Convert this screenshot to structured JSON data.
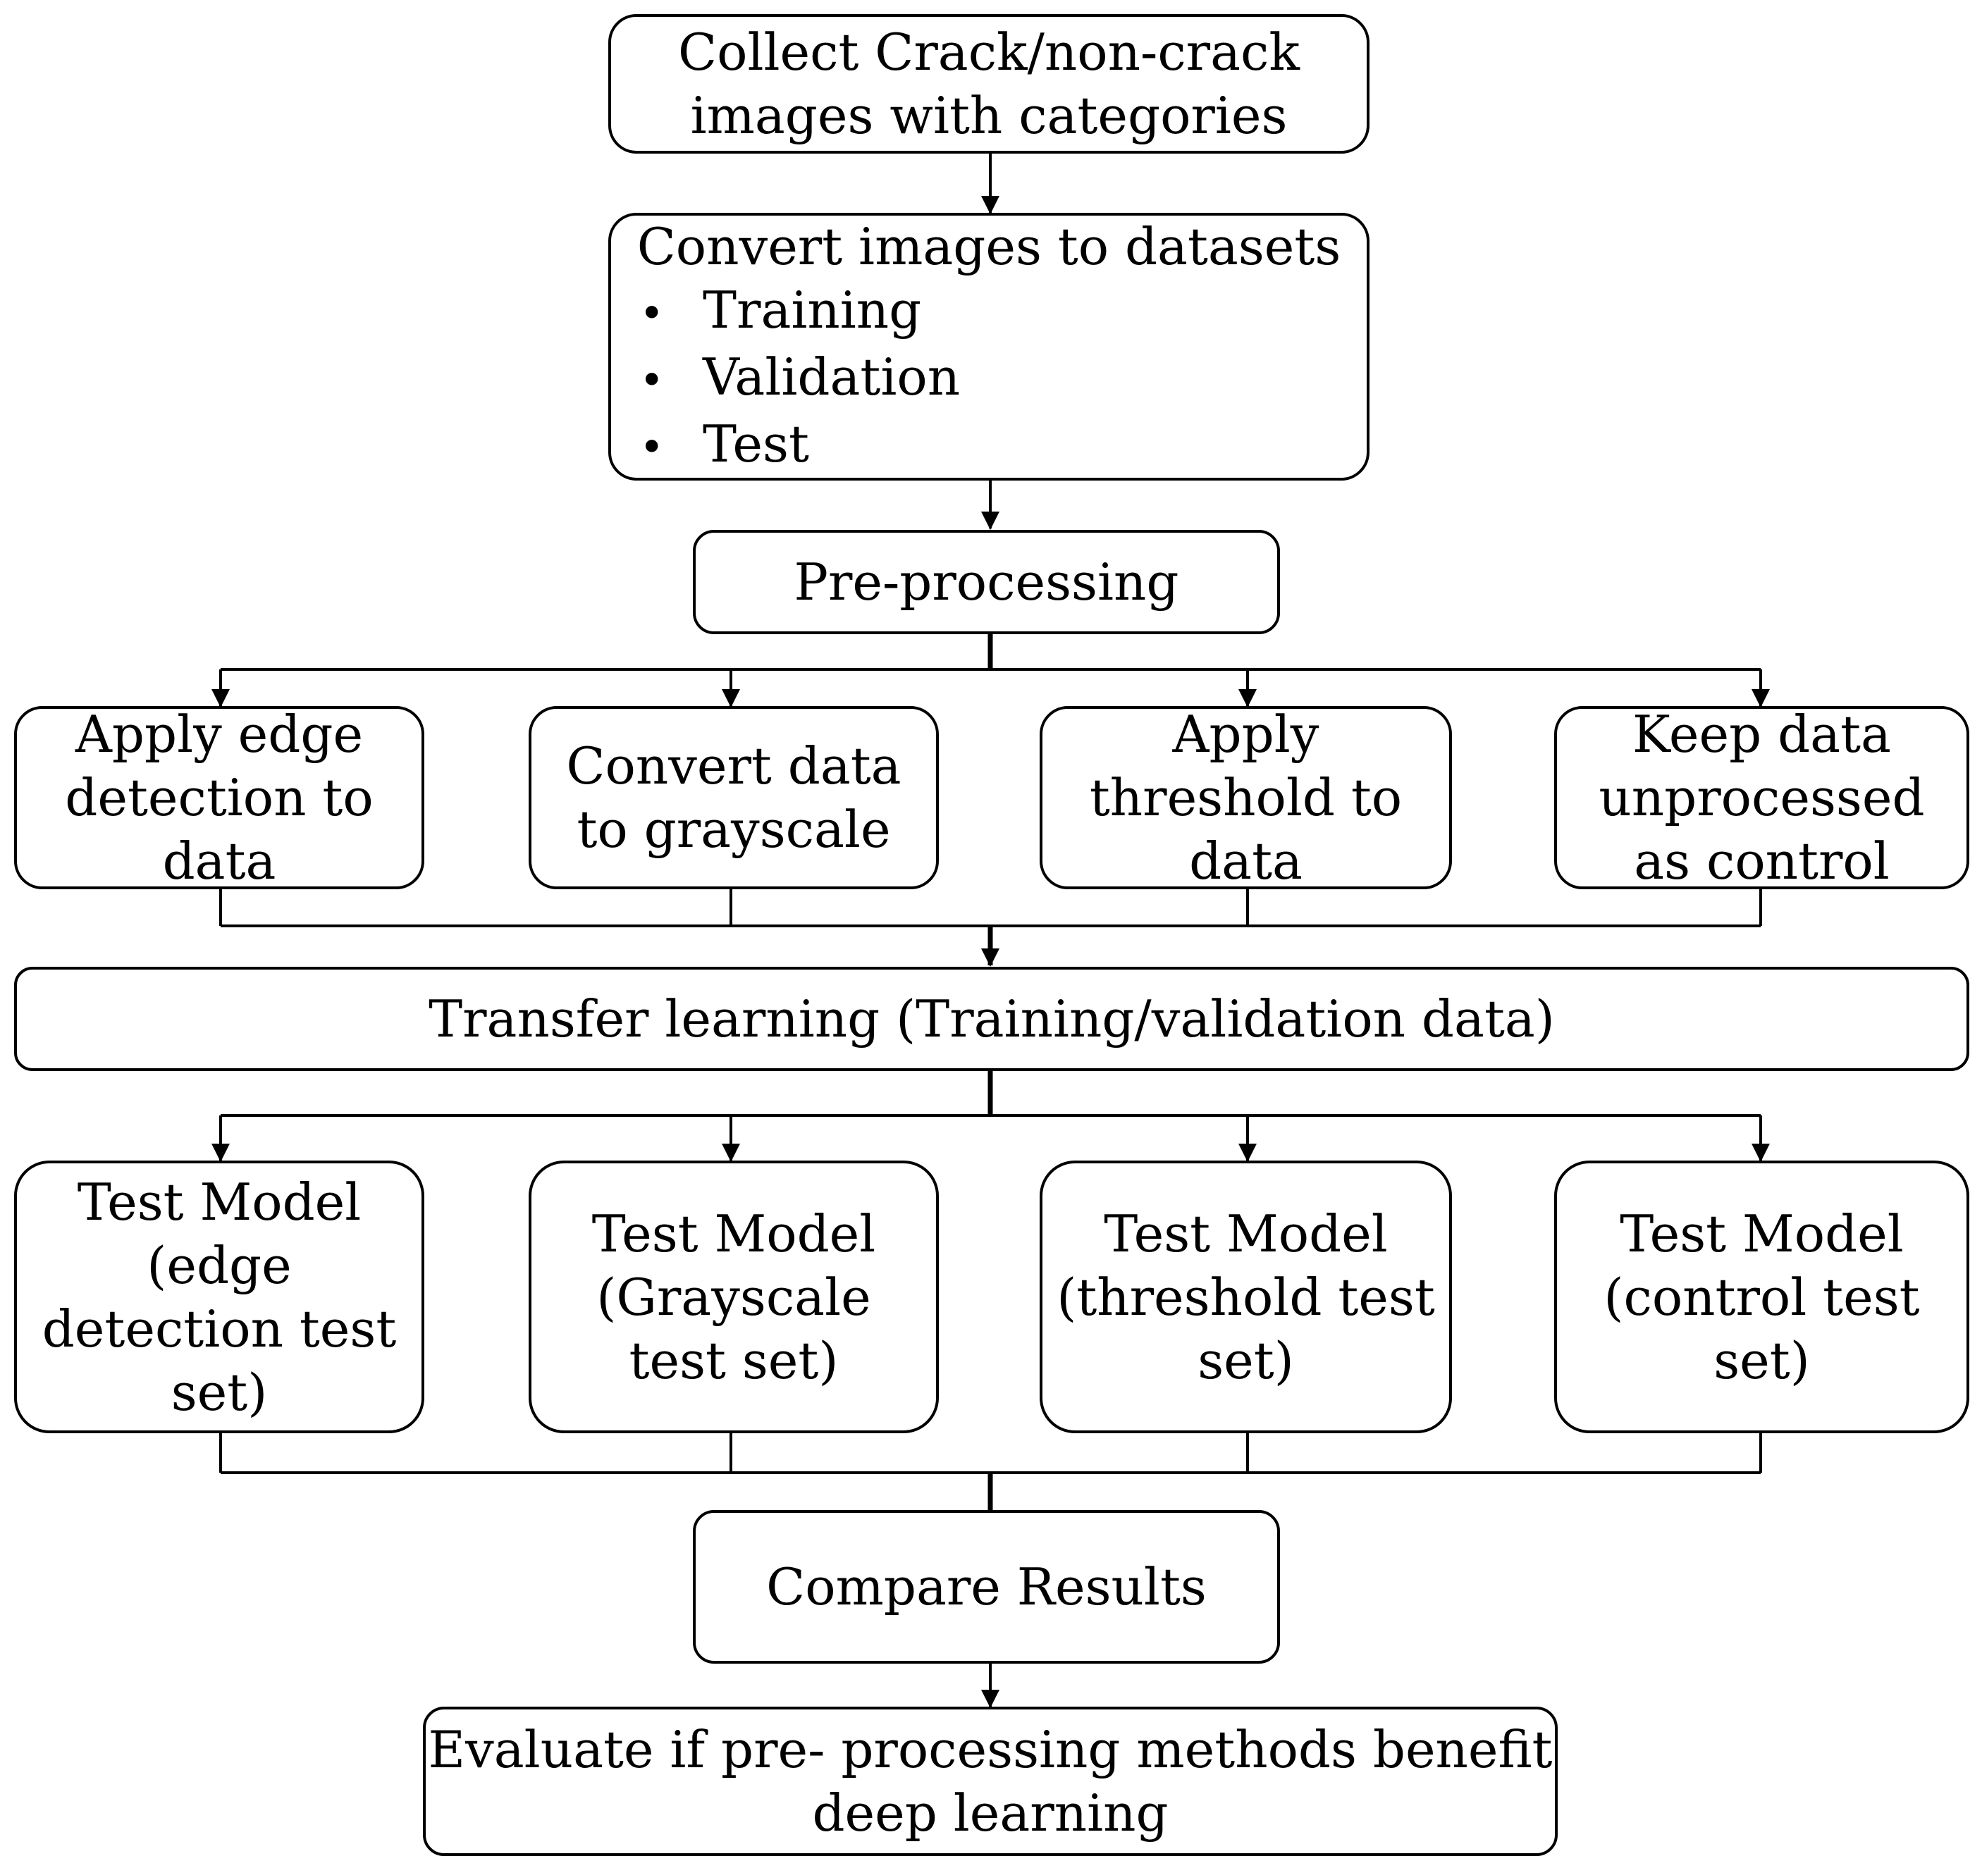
{
  "collect": [
    "Collect Crack/non-crack",
    "images with categories"
  ],
  "convert": {
    "title": "Convert images to datasets",
    "items": [
      "Training",
      "Validation",
      "Test"
    ]
  },
  "preprocessing": "Pre-processing",
  "methods": [
    [
      "Apply edge",
      "detection to",
      "data"
    ],
    [
      "Convert data",
      "to grayscale"
    ],
    [
      "Apply",
      "threshold to",
      "data"
    ],
    [
      "Keep data",
      "unprocessed",
      "as control"
    ]
  ],
  "transfer": "Transfer learning (Training/validation data)",
  "tests": [
    [
      "Test Model",
      "(edge",
      "detection test",
      "set)"
    ],
    [
      "Test Model",
      "(Grayscale",
      "test set)"
    ],
    [
      "Test Model",
      "(threshold test",
      "set)"
    ],
    [
      "Test Model",
      "(control test",
      "set)"
    ]
  ],
  "compare": "Compare Results",
  "evaluate": [
    "Evaluate if pre- processing methods benefit",
    "deep learning"
  ]
}
